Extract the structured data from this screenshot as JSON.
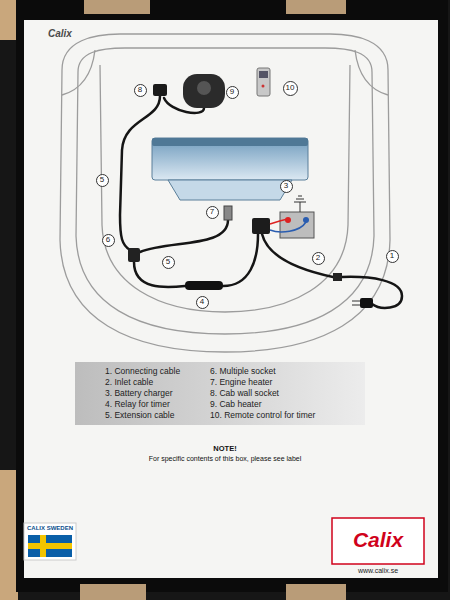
{
  "diagram": {
    "nodes": [
      {
        "text": [
          "8"
        ]
      },
      {
        "text": [
          "9"
        ]
      },
      {
        "text": [
          "10"
        ]
      },
      {
        "text": [
          "5"
        ]
      },
      {
        "text": [
          "3"
        ]
      },
      {
        "text": [
          "7"
        ]
      },
      {
        "text": [
          "6"
        ]
      },
      {
        "text": [
          "5"
        ]
      },
      {
        "text": [
          "1"
        ]
      },
      {
        "text": [
          "2"
        ]
      },
      {
        "text": [
          "4"
        ]
      },
      {
        "text": [
          "1. Connecting cable",
          "2. Inlet cable",
          "3. Battery charger",
          "4. Relay for timer",
          "5. Extension cable",
          "6. Multiple socket",
          "7. Engine heater",
          "8. Cab wall socket",
          "9. Cab heater",
          "10. Remote control for timer"
        ]
      }
    ],
    "labels": [
      "Calix",
      "NOTE!",
      "For specific contents of this box, please see label",
      "CALIX SWEDEN",
      "Calix",
      "www.calix.se"
    ]
  }
}
